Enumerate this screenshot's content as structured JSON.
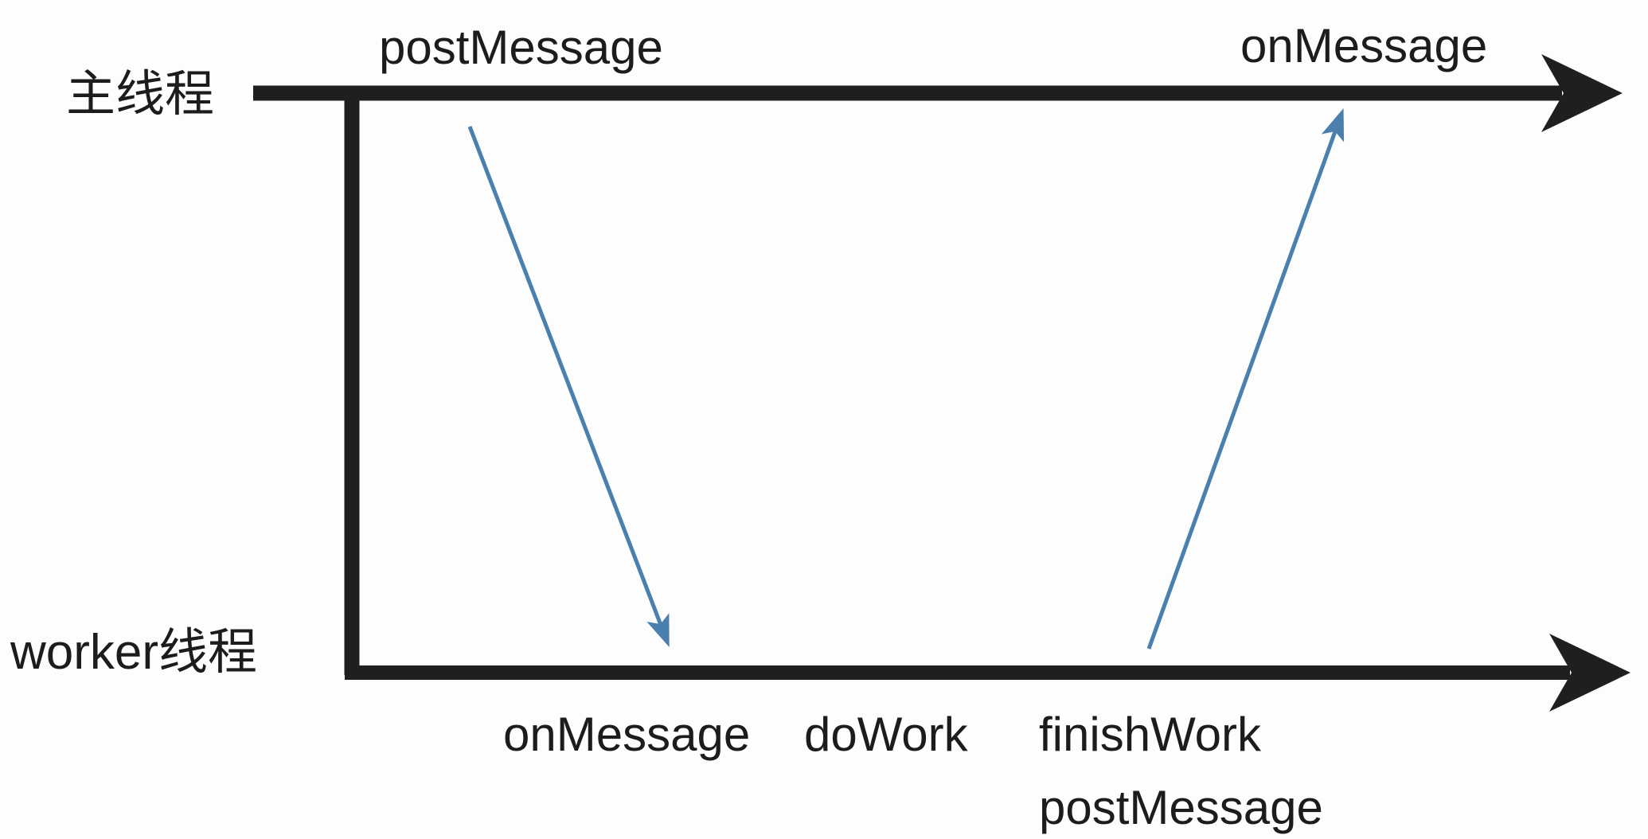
{
  "diagram": {
    "type": "thread-message-sequence",
    "background": "#fdfdfd",
    "colors": {
      "line": "#1f1f1f",
      "text": "#1c1c1c",
      "message_arrow": "#4b7fae"
    },
    "main_thread": {
      "label": "主线程",
      "post_message_label": "postMessage",
      "on_message_label": "onMessage"
    },
    "worker_thread": {
      "label": "worker线程",
      "on_message_label": "onMessage",
      "do_work_label": "doWork",
      "finish_work_label": "finishWork",
      "post_message_label": "postMessage"
    }
  }
}
